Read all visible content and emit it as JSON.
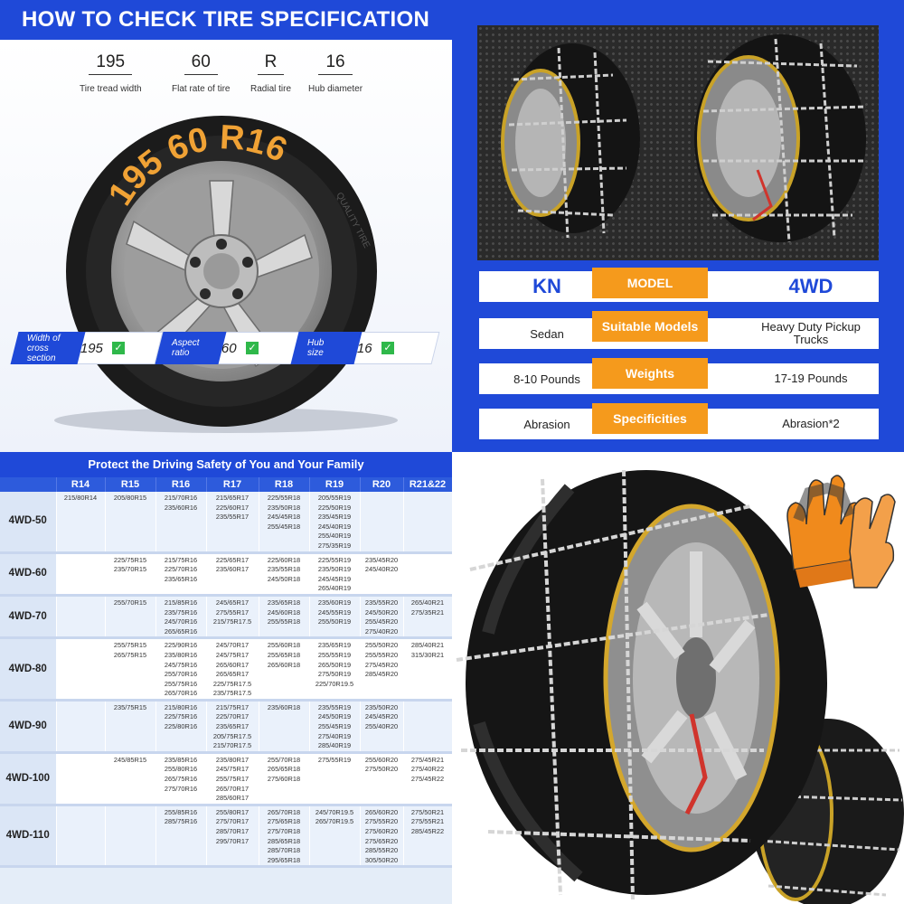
{
  "spec_panel": {
    "title": "HOW TO CHECK TIRE SPECIFICATION",
    "specs": [
      {
        "value": "195",
        "label": "Tire tread width"
      },
      {
        "value": "60",
        "label": "Flat rate of tire"
      },
      {
        "value": "R",
        "label": "Radial tire"
      },
      {
        "value": "16",
        "label": "Hub diameter"
      }
    ],
    "sidewall_text": "195  60  R16",
    "sidewall_small": "QUALITY TIRE",
    "badges": [
      {
        "label": "Width of cross section",
        "value": "195"
      },
      {
        "label": "Aspect ratio",
        "value": "60"
      },
      {
        "label": "Hub size",
        "value": "16"
      }
    ],
    "check_glyph": "✓"
  },
  "comparison": {
    "rows": [
      {
        "left": "KN",
        "center": "MODEL",
        "right": "4WD"
      },
      {
        "left": "Sedan",
        "center": "Suitable Models",
        "right": "Heavy Duty Pickup Trucks"
      },
      {
        "left": "8-10 Pounds",
        "center": "Weights",
        "right": "17-19 Pounds"
      },
      {
        "left": "Abrasion",
        "center": "Specificities",
        "right": "Abrasion*2"
      }
    ]
  },
  "size_table": {
    "title": "Protect the Driving Safety of You and Your Family",
    "columns": [
      "R14",
      "R15",
      "R16",
      "R17",
      "R18",
      "R19",
      "R20",
      "R21&22"
    ],
    "rows": [
      {
        "model": "4WD-50",
        "cells": [
          "215/80R14",
          "205/80R15",
          "215/70R16\n235/60R16",
          "215/65R17\n225/60R17\n235/55R17",
          "225/55R18\n235/50R18\n245/45R18\n255/45R18",
          "205/55R19\n225/50R19\n235/45R19\n245/40R19\n255/40R19\n275/35R19",
          "",
          ""
        ]
      },
      {
        "model": "4WD-60",
        "cells": [
          "",
          "225/75R15\n235/70R15",
          "215/75R16\n225/70R16\n235/65R16",
          "225/65R17\n235/60R17",
          "225/60R18\n235/55R18\n245/50R18",
          "225/55R19\n235/50R19\n245/45R19\n265/40R19",
          "235/45R20\n245/40R20",
          ""
        ]
      },
      {
        "model": "4WD-70",
        "cells": [
          "",
          "255/70R15",
          "215/85R16\n235/75R16\n245/70R16\n265/65R16",
          "245/65R17\n275/55R17\n215/75R17.5",
          "235/65R18\n245/60R18\n255/55R18",
          "235/60R19\n245/55R19\n255/50R19",
          "235/55R20\n245/50R20\n255/45R20\n275/40R20",
          "265/40R21\n275/35R21"
        ]
      },
      {
        "model": "4WD-80",
        "cells": [
          "",
          "255/75R15\n265/75R15",
          "225/90R16\n235/80R16\n245/75R16\n255/70R16\n255/75R16\n265/70R16",
          "245/70R17\n245/75R17\n265/60R17\n265/65R17\n225/75R17.5\n235/75R17.5",
          "255/60R18\n255/65R18\n265/60R18",
          "235/65R19\n255/55R19\n265/50R19\n275/50R19\n225/70R19.5",
          "255/50R20\n255/55R20\n275/45R20\n285/45R20",
          "285/40R21\n315/30R21"
        ]
      },
      {
        "model": "4WD-90",
        "cells": [
          "",
          "235/75R15",
          "215/80R16\n225/75R16\n225/80R16",
          "215/75R17\n225/70R17\n235/65R17\n205/75R17.5\n215/70R17.5",
          "235/60R18",
          "235/55R19\n245/50R19\n255/45R19\n275/40R19\n285/40R19",
          "235/50R20\n245/45R20\n255/40R20",
          ""
        ]
      },
      {
        "model": "4WD-100",
        "cells": [
          "",
          "245/85R15",
          "235/85R16\n255/80R16\n265/75R16\n275/70R16",
          "235/80R17\n245/75R17\n255/75R17\n265/70R17\n285/60R17",
          "255/70R18\n265/65R18\n275/60R18",
          "275/55R19",
          "255/60R20\n275/50R20",
          "275/45R21\n275/40R22\n275/45R22"
        ]
      },
      {
        "model": "4WD-110",
        "cells": [
          "",
          "",
          "255/85R16\n285/75R16",
          "255/80R17\n275/70R17\n285/70R17\n295/70R17",
          "265/70R18\n275/65R18\n275/70R18\n285/65R18\n285/70R18\n295/65R18",
          "245/70R19.5\n265/70R19.5",
          "265/60R20\n275/55R20\n275/60R20\n275/65R20\n285/55R20\n305/50R20",
          "275/50R21\n275/55R21\n285/45R22"
        ]
      }
    ]
  }
}
